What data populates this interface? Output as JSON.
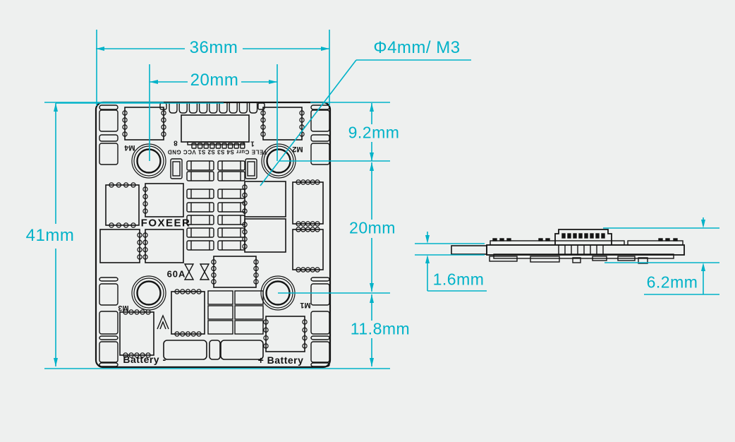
{
  "colors": {
    "background": "#eef0ef",
    "line": "#141414",
    "dimension": "#00b2c8"
  },
  "front_view": {
    "dimensions": {
      "board_width": "36mm",
      "hole_spacing_x": "20mm",
      "board_height": "41mm",
      "top_edge_to_holes": "9.2mm",
      "hole_spacing_y": "20mm",
      "holes_to_bottom_edge": "11.8mm",
      "mount_hole_note": "Φ4mm/ M3"
    },
    "silkscreen": {
      "brand": "FOXEER",
      "current_rating": "60A",
      "battery_negative": "Battery -",
      "battery_positive": "+ Battery",
      "motor_pad_m1": "M1",
      "motor_pad_m2": "M2",
      "motor_pad_m3": "M3",
      "motor_pad_m4": "M4",
      "connector_pin_last": "8",
      "connector_pin_first": "1",
      "connector_pin_labels": "TELE Curr S4 S3 S2 S1 VCC GND"
    }
  },
  "side_view": {
    "dimensions": {
      "board_thickness": "1.6mm",
      "overall_height": "6.2mm"
    }
  }
}
